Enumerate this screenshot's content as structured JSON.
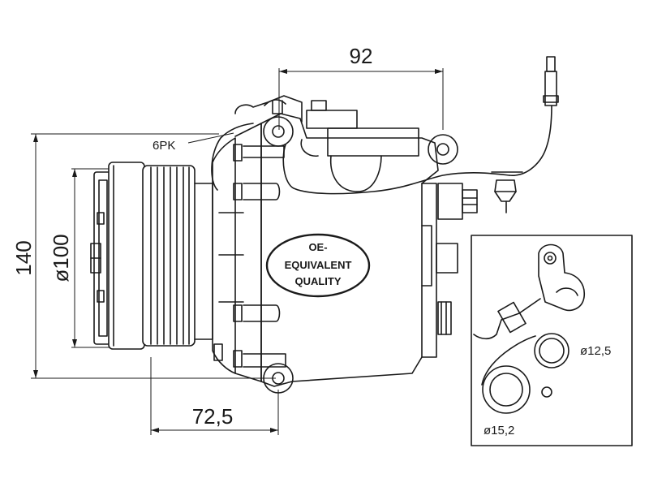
{
  "dimensions": {
    "top_width": "92",
    "height": "140",
    "pulley_diameter": "ø100",
    "bottom_offset": "72,5",
    "belt": "6PK"
  },
  "badge": {
    "line1": "OE-",
    "line2": "EQUIVALENT",
    "line3": "QUALITY"
  },
  "inset": {
    "port_small": "ø12,5",
    "port_large": "ø15,2"
  }
}
